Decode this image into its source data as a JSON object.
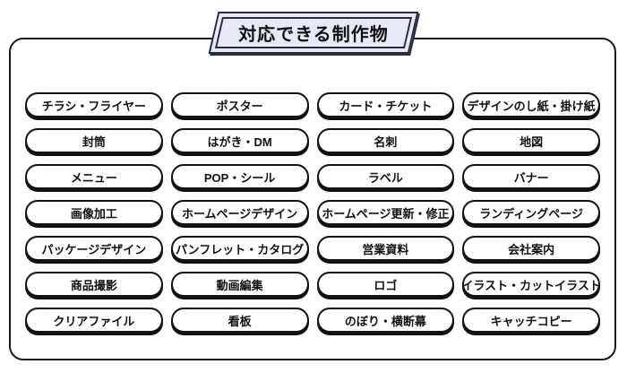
{
  "header": {
    "title": "対応できる制作物"
  },
  "items": [
    "チラシ・フライヤー",
    "ポスター",
    "カード・チケット",
    "デザインのし紙・掛け紙",
    "封筒",
    "はがき・DM",
    "名刺",
    "地図",
    "メニュー",
    "POP・シール",
    "ラベル",
    "バナー",
    "画像加工",
    "ホームページデザイン",
    "ホームページ更新・修正",
    "ランディングページ",
    "パッケージデザイン",
    "パンフレット・カタログ",
    "営業資料",
    "会社案内",
    "商品撮影",
    "動画編集",
    "ロゴ",
    "イラスト・カットイラスト",
    "クリアファイル",
    "看板",
    "のぼり・横断幕",
    "キャッチコピー"
  ],
  "colors": {
    "page_bg": "#ffffff",
    "frame_border": "#191919",
    "pill_bg": "#ffffff",
    "pill_border": "#121212",
    "pill_shadow": "#121212",
    "pill_text": "#111111",
    "badge_bg": "#e6eaf4",
    "badge_border": "#262c3a",
    "title_text": "#111111"
  }
}
